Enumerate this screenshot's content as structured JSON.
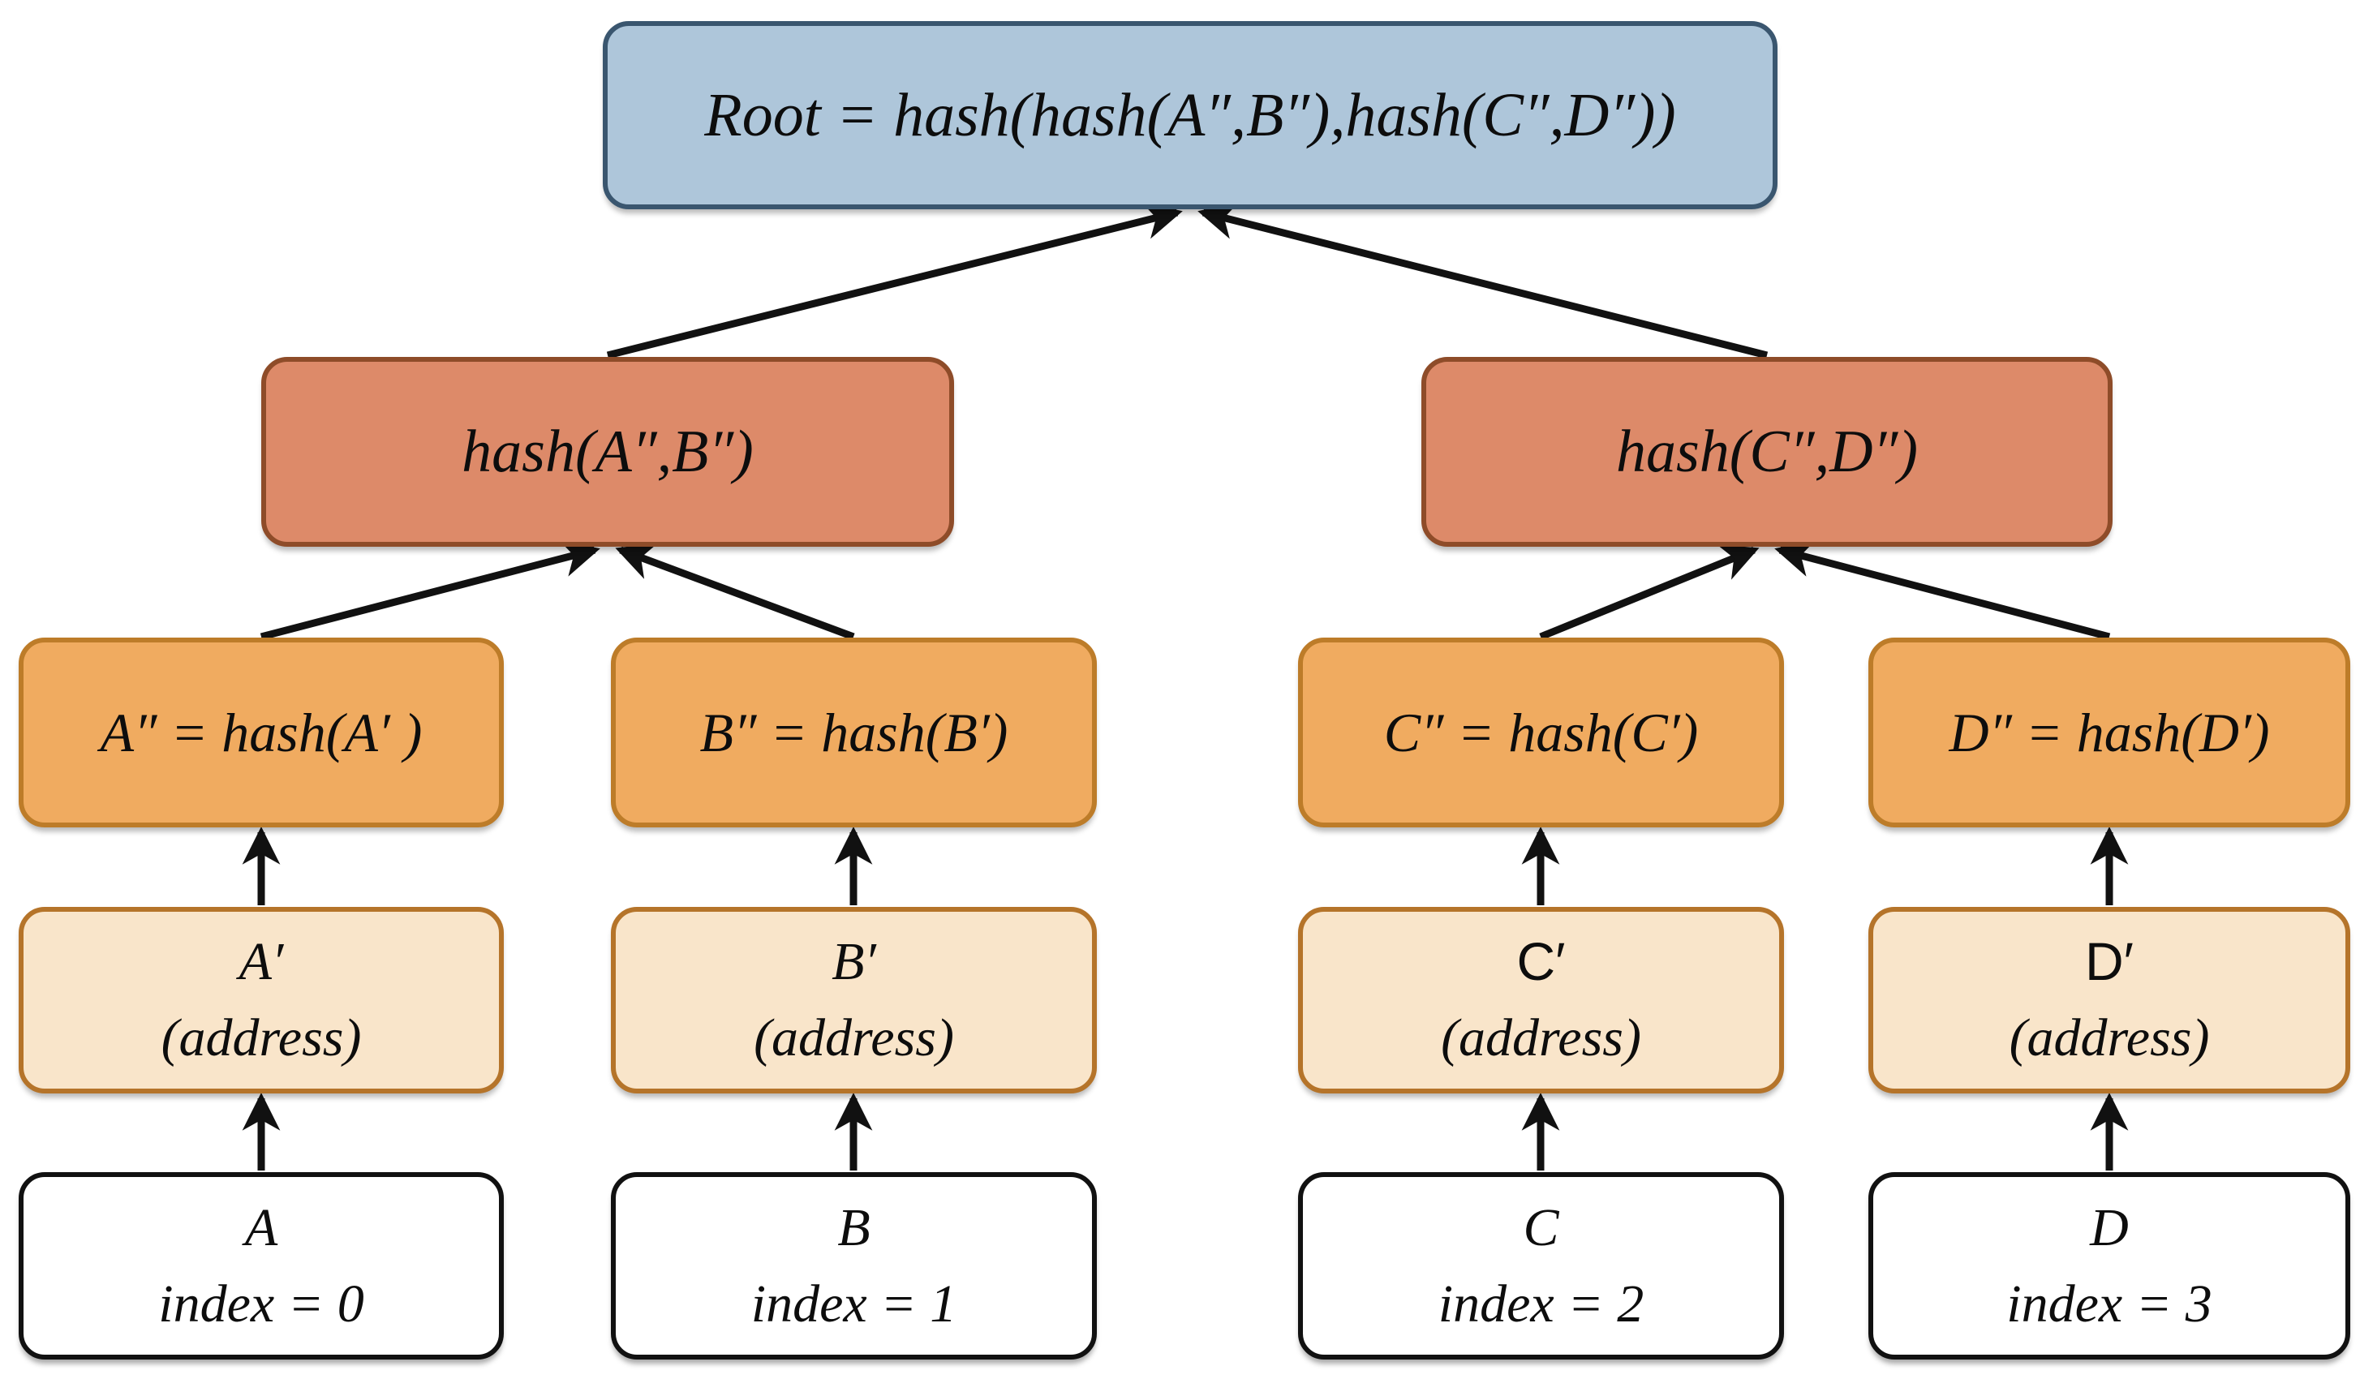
{
  "colors": {
    "root-fill": "#aec6da",
    "root-border": "#3a566f",
    "branch-fill": "#dd8a69",
    "branch-border": "#8e4c29",
    "hash-fill": "#f0ab60",
    "hash-border": "#bd7c29",
    "address-fill": "#f9e5ca",
    "address-border": "#b5742a",
    "leaf-fill": "#ffffff",
    "leaf-border": "#111111",
    "arrow": "#111111"
  },
  "tree": {
    "root": {
      "label": "Root = hash(hash(A″,B″),hash(C″,D″))"
    },
    "branches": [
      {
        "label": "hash(A″,B″)"
      },
      {
        "label": "hash(C″,D″)"
      }
    ],
    "hash_nodes": [
      {
        "label": "A″ = hash(A′ )"
      },
      {
        "label": "B″ = hash(B′)"
      },
      {
        "label": "C″ = hash(C′)"
      },
      {
        "label": "D″ = hash(D′)"
      }
    ],
    "address_nodes": [
      {
        "name": "A′",
        "caption": "(address)"
      },
      {
        "name": "B′",
        "caption": "(address)"
      },
      {
        "name": "C′",
        "caption": "(address)"
      },
      {
        "name": "D′",
        "caption": "(address)"
      }
    ],
    "leaf_nodes": [
      {
        "name": "A",
        "index_label": "index = 0"
      },
      {
        "name": "B",
        "index_label": "index = 1"
      },
      {
        "name": "C",
        "index_label": "index = 2"
      },
      {
        "name": "D",
        "index_label": "index = 3"
      }
    ]
  }
}
